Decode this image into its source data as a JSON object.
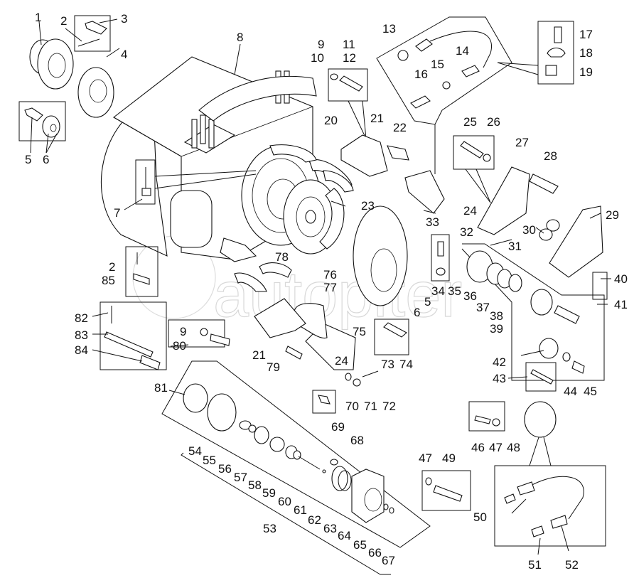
{
  "diagram": {
    "type": "exploded-parts-diagram",
    "watermark": "autopiter",
    "colors": {
      "line": "#111111",
      "background": "#ffffff",
      "watermark": "#d8d8d8"
    },
    "callouts": [
      {
        "id": "1",
        "text": "1"
      },
      {
        "id": "2",
        "text": "2"
      },
      {
        "id": "3",
        "text": "3"
      },
      {
        "id": "4",
        "text": "4"
      },
      {
        "id": "5",
        "text": "5"
      },
      {
        "id": "6",
        "text": "6"
      },
      {
        "id": "7",
        "text": "7"
      },
      {
        "id": "8",
        "text": "8"
      },
      {
        "id": "9",
        "text": "9"
      },
      {
        "id": "10",
        "text": "10"
      },
      {
        "id": "11",
        "text": "11"
      },
      {
        "id": "12",
        "text": "12"
      },
      {
        "id": "13",
        "text": "13"
      },
      {
        "id": "14",
        "text": "14"
      },
      {
        "id": "15",
        "text": "15"
      },
      {
        "id": "16",
        "text": "16"
      },
      {
        "id": "17",
        "text": "17"
      },
      {
        "id": "18",
        "text": "18"
      },
      {
        "id": "19",
        "text": "19"
      },
      {
        "id": "20",
        "text": "20"
      },
      {
        "id": "21",
        "text": "21"
      },
      {
        "id": "22",
        "text": "22"
      },
      {
        "id": "23",
        "text": "23"
      },
      {
        "id": "24",
        "text": "24"
      },
      {
        "id": "25",
        "text": "25"
      },
      {
        "id": "26",
        "text": "26"
      },
      {
        "id": "27",
        "text": "27"
      },
      {
        "id": "28",
        "text": "28"
      },
      {
        "id": "29",
        "text": "29"
      },
      {
        "id": "30",
        "text": "30"
      },
      {
        "id": "31",
        "text": "31"
      },
      {
        "id": "32",
        "text": "32"
      },
      {
        "id": "33",
        "text": "33"
      },
      {
        "id": "34",
        "text": "34"
      },
      {
        "id": "35",
        "text": "35"
      },
      {
        "id": "36",
        "text": "36"
      },
      {
        "id": "37",
        "text": "37"
      },
      {
        "id": "38",
        "text": "38"
      },
      {
        "id": "39",
        "text": "39"
      },
      {
        "id": "40",
        "text": "40"
      },
      {
        "id": "41",
        "text": "41"
      },
      {
        "id": "42",
        "text": "42"
      },
      {
        "id": "43",
        "text": "43"
      },
      {
        "id": "44",
        "text": "44"
      },
      {
        "id": "45",
        "text": "45"
      },
      {
        "id": "46",
        "text": "46"
      },
      {
        "id": "47",
        "text": "47"
      },
      {
        "id": "48",
        "text": "48"
      },
      {
        "id": "49",
        "text": "49"
      },
      {
        "id": "50",
        "text": "50"
      },
      {
        "id": "51",
        "text": "51"
      },
      {
        "id": "52",
        "text": "52"
      },
      {
        "id": "53",
        "text": "53"
      },
      {
        "id": "54",
        "text": "54"
      },
      {
        "id": "55",
        "text": "55"
      },
      {
        "id": "56",
        "text": "56"
      },
      {
        "id": "57",
        "text": "57"
      },
      {
        "id": "58",
        "text": "58"
      },
      {
        "id": "59",
        "text": "59"
      },
      {
        "id": "60",
        "text": "60"
      },
      {
        "id": "61",
        "text": "61"
      },
      {
        "id": "62",
        "text": "62"
      },
      {
        "id": "63",
        "text": "63"
      },
      {
        "id": "64",
        "text": "64"
      },
      {
        "id": "65",
        "text": "65"
      },
      {
        "id": "66",
        "text": "66"
      },
      {
        "id": "67",
        "text": "67"
      },
      {
        "id": "68",
        "text": "68"
      },
      {
        "id": "69",
        "text": "69"
      },
      {
        "id": "70",
        "text": "70"
      },
      {
        "id": "71",
        "text": "71"
      },
      {
        "id": "72",
        "text": "72"
      },
      {
        "id": "73",
        "text": "73"
      },
      {
        "id": "74",
        "text": "74"
      },
      {
        "id": "75",
        "text": "75"
      },
      {
        "id": "76",
        "text": "76"
      },
      {
        "id": "77",
        "text": "77"
      },
      {
        "id": "78",
        "text": "78"
      },
      {
        "id": "79",
        "text": "79"
      },
      {
        "id": "80",
        "text": "80"
      },
      {
        "id": "81",
        "text": "81"
      },
      {
        "id": "82",
        "text": "82"
      },
      {
        "id": "83",
        "text": "83"
      },
      {
        "id": "84",
        "text": "84"
      },
      {
        "id": "85",
        "text": "85"
      }
    ],
    "duplicate_labels": [
      {
        "id": "2b",
        "text": "2"
      },
      {
        "id": "5b",
        "text": "5"
      },
      {
        "id": "6b",
        "text": "6"
      },
      {
        "id": "9b",
        "text": "9"
      },
      {
        "id": "21b",
        "text": "21"
      },
      {
        "id": "24b",
        "text": "24"
      },
      {
        "id": "47b",
        "text": "47"
      }
    ]
  }
}
